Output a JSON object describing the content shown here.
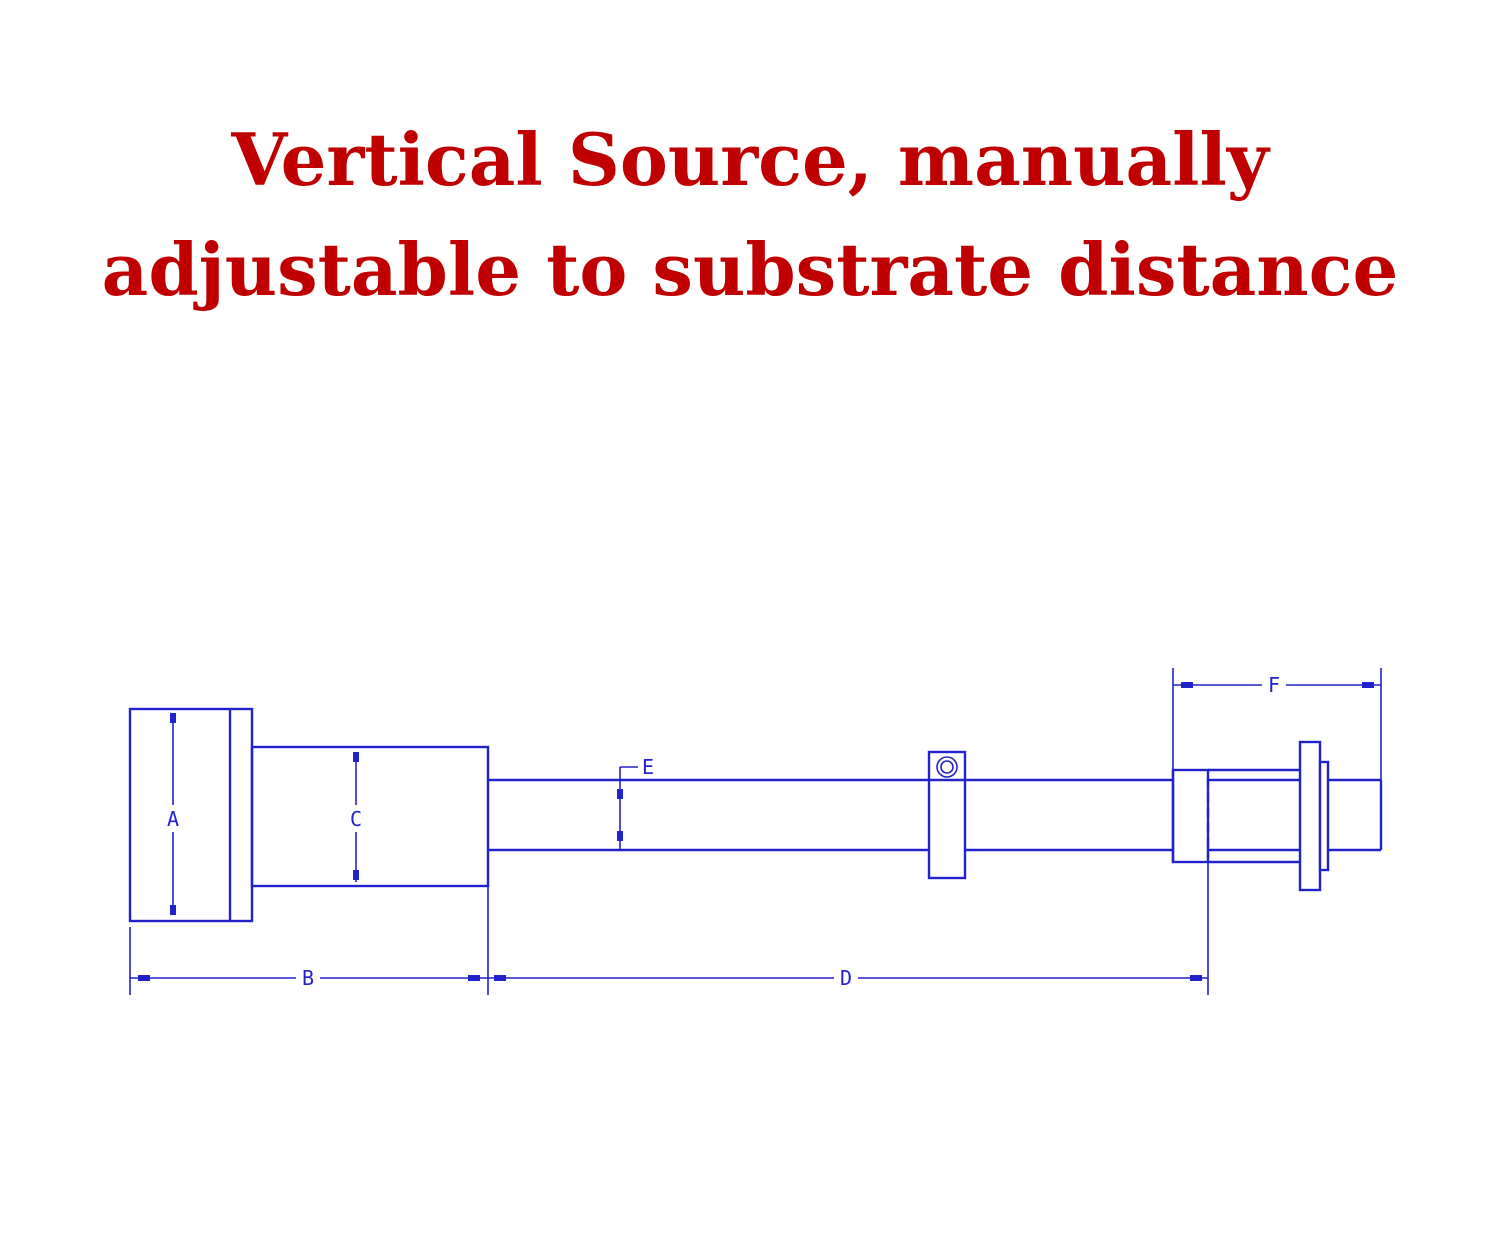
{
  "title": {
    "line1": "Vertical Source, manually",
    "line2": "adjustable to substrate distance"
  },
  "diagram": {
    "line_color": "#2222cc",
    "title_color": "#c00000",
    "labels": {
      "a": "A",
      "b": "B",
      "c": "C",
      "d": "D",
      "e": "E",
      "f": "F"
    }
  }
}
